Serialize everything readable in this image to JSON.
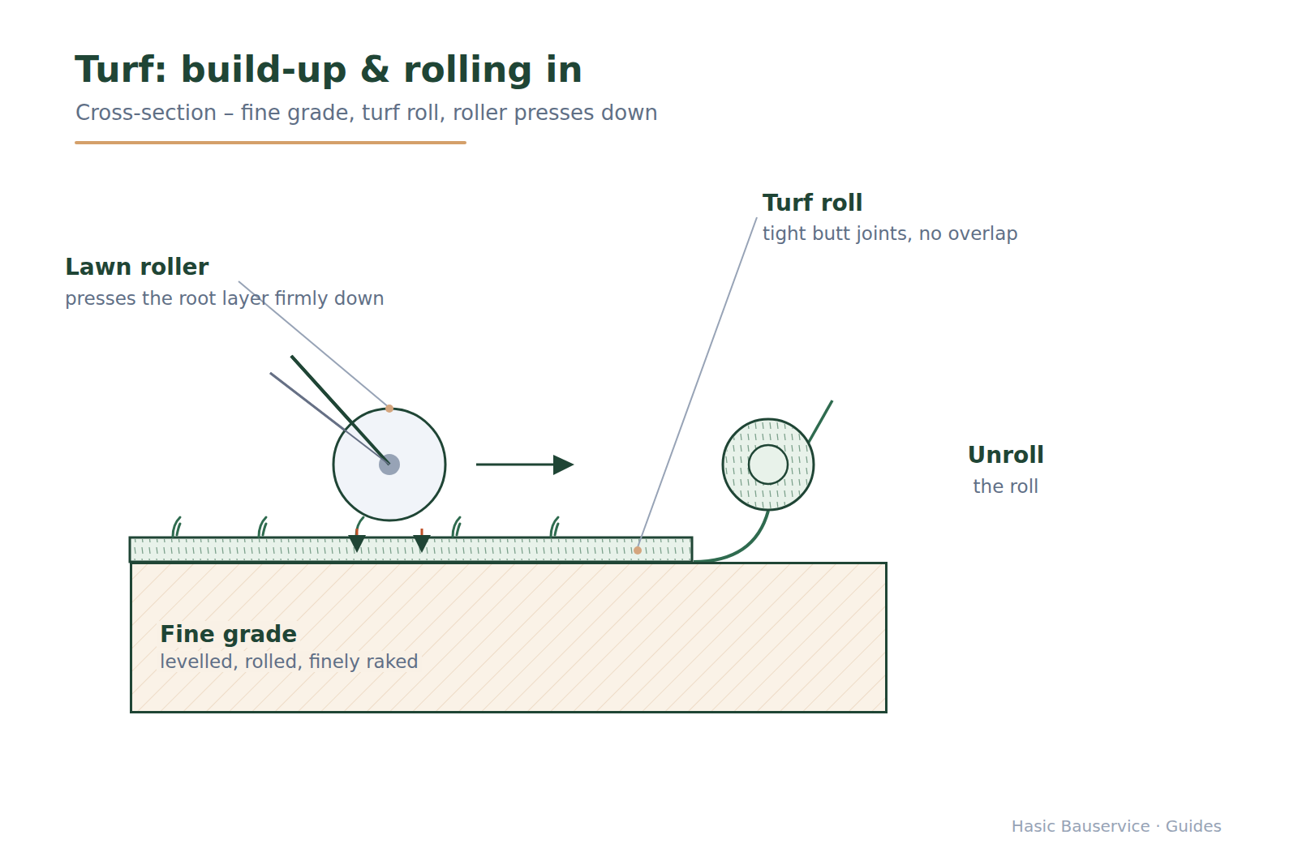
{
  "diagram": {
    "title": "Turf: build-up & rolling in",
    "caption": "Cross-section – fine grade, turf roll, roller presses down",
    "nodes": [
      {
        "text": [
          "Fine grade",
          "levelled, rolled, finely raked"
        ]
      }
    ],
    "labels": [
      "Lawn roller",
      "presses the root layer firmly down",
      "Turf roll",
      "tight butt joints, no overlap",
      "Unroll",
      "the roll",
      "Hasic Bauservice · Guides"
    ]
  }
}
